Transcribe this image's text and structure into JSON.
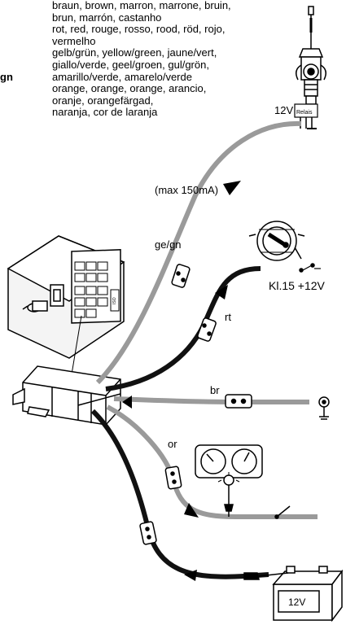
{
  "legend": {
    "code_fragment": "gn",
    "entries": [
      "braun, brown, marron, marrone, bruin,",
      "brun, marrón, castanho",
      "rot, red, rouge, rosso, rood, röd, rojo,",
      "vermelho",
      "gelb/grün, yellow/green, jaune/vert,",
      "giallo/verde, geel/groen, gul/grön,",
      "amarillo/verde, amarelo/verde",
      "orange, orange, orange, arancio,",
      "oranje, orangefärgad,",
      "naranja, cor de laranja"
    ]
  },
  "labels": {
    "max_current": "(max 150mA)",
    "wire_ge_gn": "ge/gn",
    "wire_rt": "rt",
    "wire_br": "br",
    "wire_or": "or",
    "ignition": "Kl.15 +12V",
    "antenna_voltage": "12V",
    "relay": "Relais",
    "battery": "12V",
    "radio_slot": "ISO"
  },
  "colors": {
    "ink": "#000000",
    "wire_grey": "#9a9a9a",
    "wire_black": "#111111",
    "panel_fill": "#f4f4f4"
  }
}
